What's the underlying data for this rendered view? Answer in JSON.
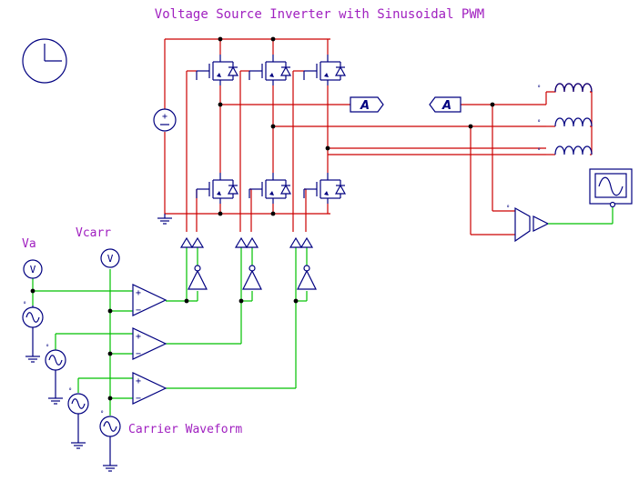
{
  "title": "Voltage Source Inverter with Sinusoidal PWM",
  "labels": {
    "va": "Va",
    "vcarr": "Vcarr",
    "carrier": "Carrier Waveform"
  },
  "meter_symbol": "V",
  "probe_tag": "A",
  "comparator": {
    "plus": "+",
    "minus": "−"
  },
  "colors": {
    "power_wire": "#cc0000",
    "control_wire": "#00c000",
    "component": "#000080",
    "label": "#a020c0"
  }
}
